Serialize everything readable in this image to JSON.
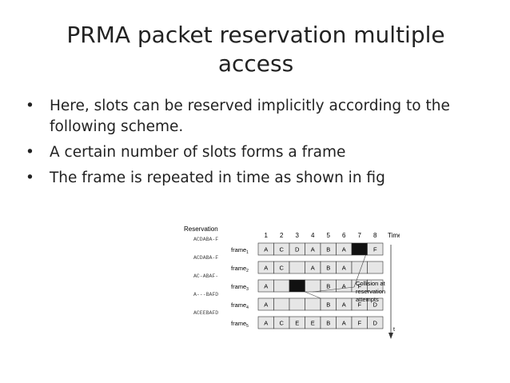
{
  "slide": {
    "title_line1": "PRMA packet reservation multiple",
    "title_line2": "access",
    "bullets": [
      "Here, slots can be reserved implicitly according to the following scheme.",
      " A certain number of slots forms a frame",
      "The frame is repeated in time as shown in fig"
    ],
    "bullet_glyph": "•"
  },
  "figure": {
    "reservation_label": "Reservation",
    "timeslot_label": "Time-slot",
    "slot_numbers": [
      "1",
      "2",
      "3",
      "4",
      "5",
      "6",
      "7",
      "8"
    ],
    "reservations": [
      "ACDABA-F",
      "ACDABA-F",
      "AC-ABAF-",
      "A---BAFD",
      "ACEEBAFD"
    ],
    "frame_base": "frame",
    "frame_subs": [
      "1",
      "2",
      "3",
      "4",
      "5"
    ],
    "rows": [
      [
        "A",
        "C",
        "D",
        "A",
        "B",
        "A",
        "#",
        "F"
      ],
      [
        "A",
        "C",
        "",
        "A",
        "B",
        "A",
        "",
        ""
      ],
      [
        "A",
        "",
        "#",
        "",
        "B",
        "A",
        "F",
        ""
      ],
      [
        "A",
        "",
        "",
        "",
        "B",
        "A",
        "F",
        "D"
      ],
      [
        "A",
        "C",
        "E",
        "E",
        "B",
        "A",
        "F",
        "D"
      ]
    ],
    "collision_label": [
      "Collision at",
      "reservation",
      "attempts"
    ],
    "time_label": "t",
    "colors": {
      "cell": "#e6e6e6",
      "collision": "#111111",
      "line": "#333333"
    }
  }
}
